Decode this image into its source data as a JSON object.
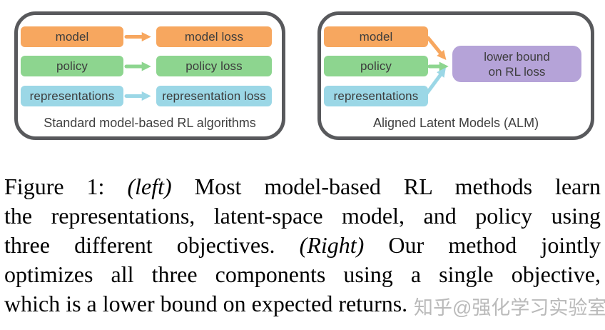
{
  "colors": {
    "orange": "#F7A75F",
    "green": "#8DD58F",
    "cyan": "#9BD7E6",
    "purple": "#B5A3D8",
    "panel_border": "#58595c",
    "box_text": "#3d3d3d",
    "watermark_gray": "#b3b3b3"
  },
  "left_panel": {
    "caption": "Standard model-based RL algorithms",
    "rows": [
      {
        "source": "model",
        "target": "model loss"
      },
      {
        "source": "policy",
        "target": "policy loss"
      },
      {
        "source": "representations",
        "target": "representation loss"
      }
    ]
  },
  "right_panel": {
    "caption": "Aligned Latent Models (ALM)",
    "sources": [
      "model",
      "policy",
      "representations"
    ],
    "target": {
      "line1": "lower bound",
      "line2": "on RL loss"
    }
  },
  "figure_caption": {
    "lines": [
      {
        "a": "Figure 1: ",
        "em": "(left)",
        "b": " Most model-based RL methods learn"
      },
      {
        "a": "the representations, latent-space model, and policy using",
        "em": "",
        "b": ""
      },
      {
        "a": "three different objectives. ",
        "em": "(Right)",
        "b": " Our method jointly"
      },
      {
        "a": "optimizes all three components using a single objective,",
        "em": "",
        "b": ""
      },
      {
        "a": "which is a lower bound on expected returns.",
        "em": "",
        "b": ""
      }
    ]
  },
  "watermark": {
    "text": "知乎@强化学习实验室"
  }
}
